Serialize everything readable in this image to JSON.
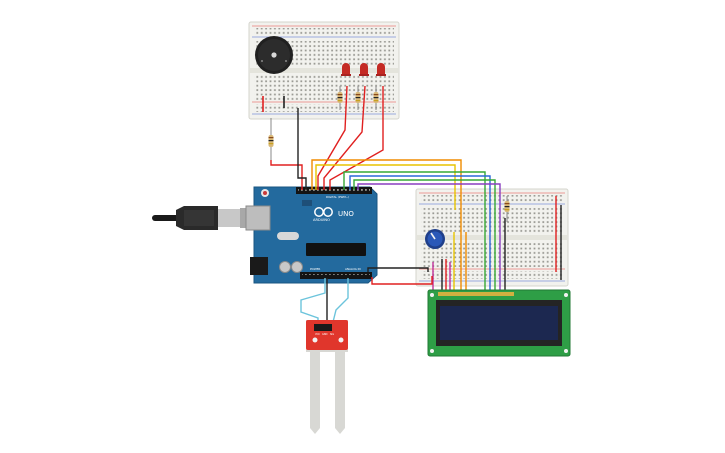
{
  "board": {
    "brand_text": "ARDUINO",
    "model_text": "UNO",
    "digital_label": "DIGITAL (PWM~)",
    "power_label": "POWER",
    "analog_label": "ANALOG IN"
  },
  "sensor": {
    "vcc_label": "VCC",
    "gnd_label": "GND",
    "sig_label": "SIG"
  },
  "colors": {
    "board": "#236a9e",
    "breadboard": "#f2f2ee",
    "wire_red": "#e02020",
    "wire_black": "#222222",
    "wire_orange": "#f08c00",
    "wire_yellow": "#e8c400",
    "wire_green": "#35a835",
    "wire_blue": "#2a68d8",
    "wire_purple": "#8a3fc0",
    "wire_cyan": "#6cc4dc",
    "wire_magenta": "#c0309a",
    "lcd_pcb": "#2e9e46",
    "lcd_screen": "#1c2850",
    "sensor_pcb": "#e0362c",
    "led": "#c42a24"
  },
  "icons": [
    "usb-cable-icon",
    "buzzer-icon",
    "led-icon",
    "resistor-icon",
    "potentiometer-icon",
    "lcd-icon",
    "soil-sensor-icon"
  ]
}
